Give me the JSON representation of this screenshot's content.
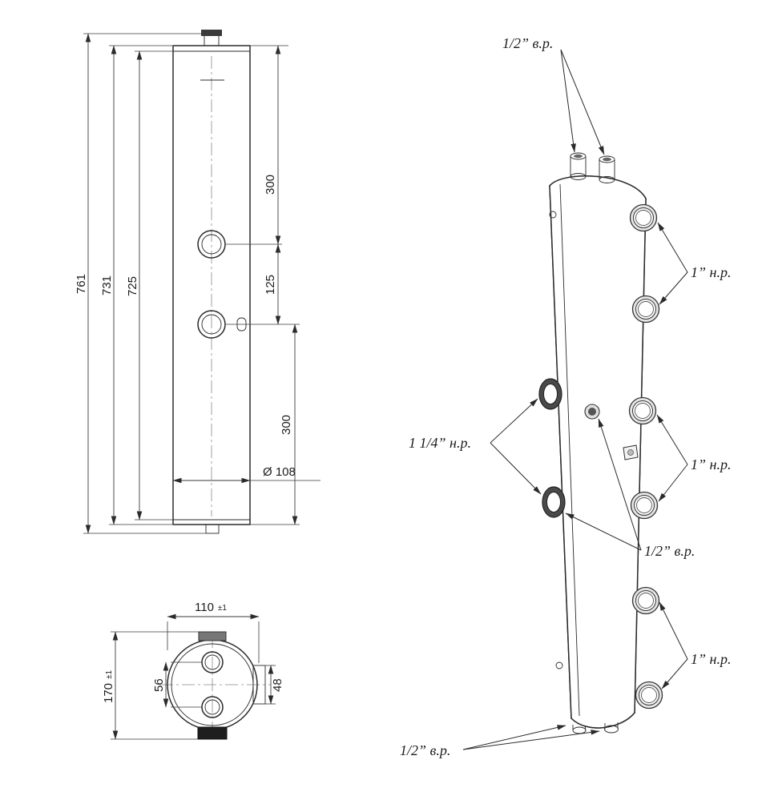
{
  "drawing": {
    "front_view": {
      "overall_height": "761",
      "shell_height": "731",
      "inner_height": "725",
      "top_port_offset": "300",
      "port_spacing": "125",
      "bottom_port_offset": "300",
      "diameter": "Ø 108"
    },
    "section_view": {
      "width": "110",
      "width_tolerance": "±1",
      "depth": "170",
      "depth_tolerance": "±1",
      "port_center_distance": "56",
      "bracket_height": "48"
    },
    "isometric_view": {
      "top_connections": "1/2” в.р.",
      "right_upper_pair": "1” н.р.",
      "left_pair": "1 1/4” н.р.",
      "right_middle_pair": "1” н.р.",
      "drain_connections": "1/2” в.р.",
      "right_lower_pair": "1” н.р.",
      "bottom_connections": "1/2” в.р."
    }
  }
}
